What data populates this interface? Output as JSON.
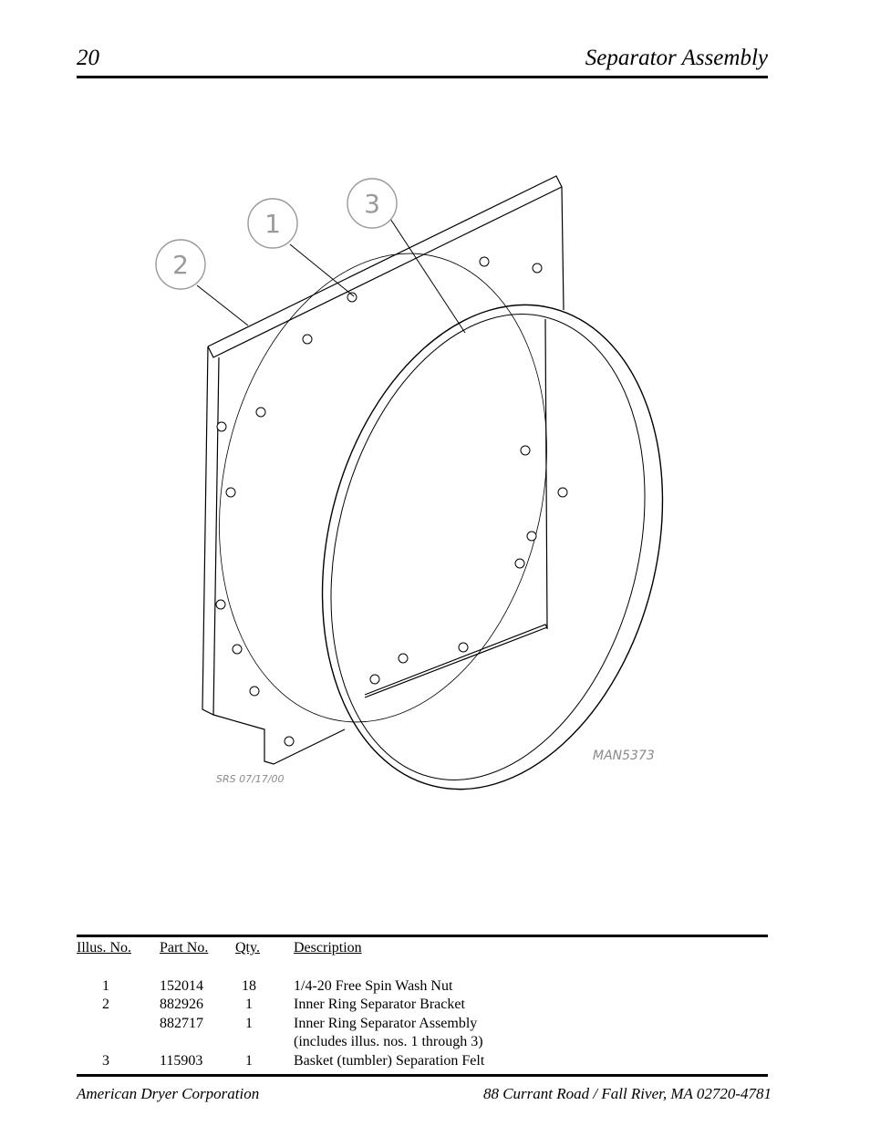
{
  "header": {
    "page_number": "20",
    "title": "Separator Assembly"
  },
  "drawing": {
    "callouts": [
      "1",
      "2",
      "3"
    ],
    "drawing_number": "MAN5373",
    "drafter_stamp": "SRS 07/17/00"
  },
  "parts_table": {
    "headers": [
      "Illus. No.",
      "Part No.",
      "Qty.",
      "Description"
    ],
    "rows": [
      {
        "illus": "1",
        "part": "152014",
        "qty": "18",
        "desc": "1/4-20 Free Spin Wash Nut"
      },
      {
        "illus": "2",
        "part": "882926",
        "qty": "1",
        "desc": "Inner Ring Separator Bracket"
      },
      {
        "illus": "",
        "part": "882717",
        "qty": "1",
        "desc": "Inner Ring Separator Assembly"
      },
      {
        "illus": "",
        "part": "",
        "qty": "",
        "desc": "(includes illus. nos. 1 through 3)"
      },
      {
        "illus": "3",
        "part": "115903",
        "qty": "1",
        "desc": "Basket (tumbler) Separation Felt"
      }
    ]
  },
  "footer": {
    "company": "American Dryer Corporation",
    "address": "88 Currant Road / Fall River, MA 02720-4781"
  }
}
